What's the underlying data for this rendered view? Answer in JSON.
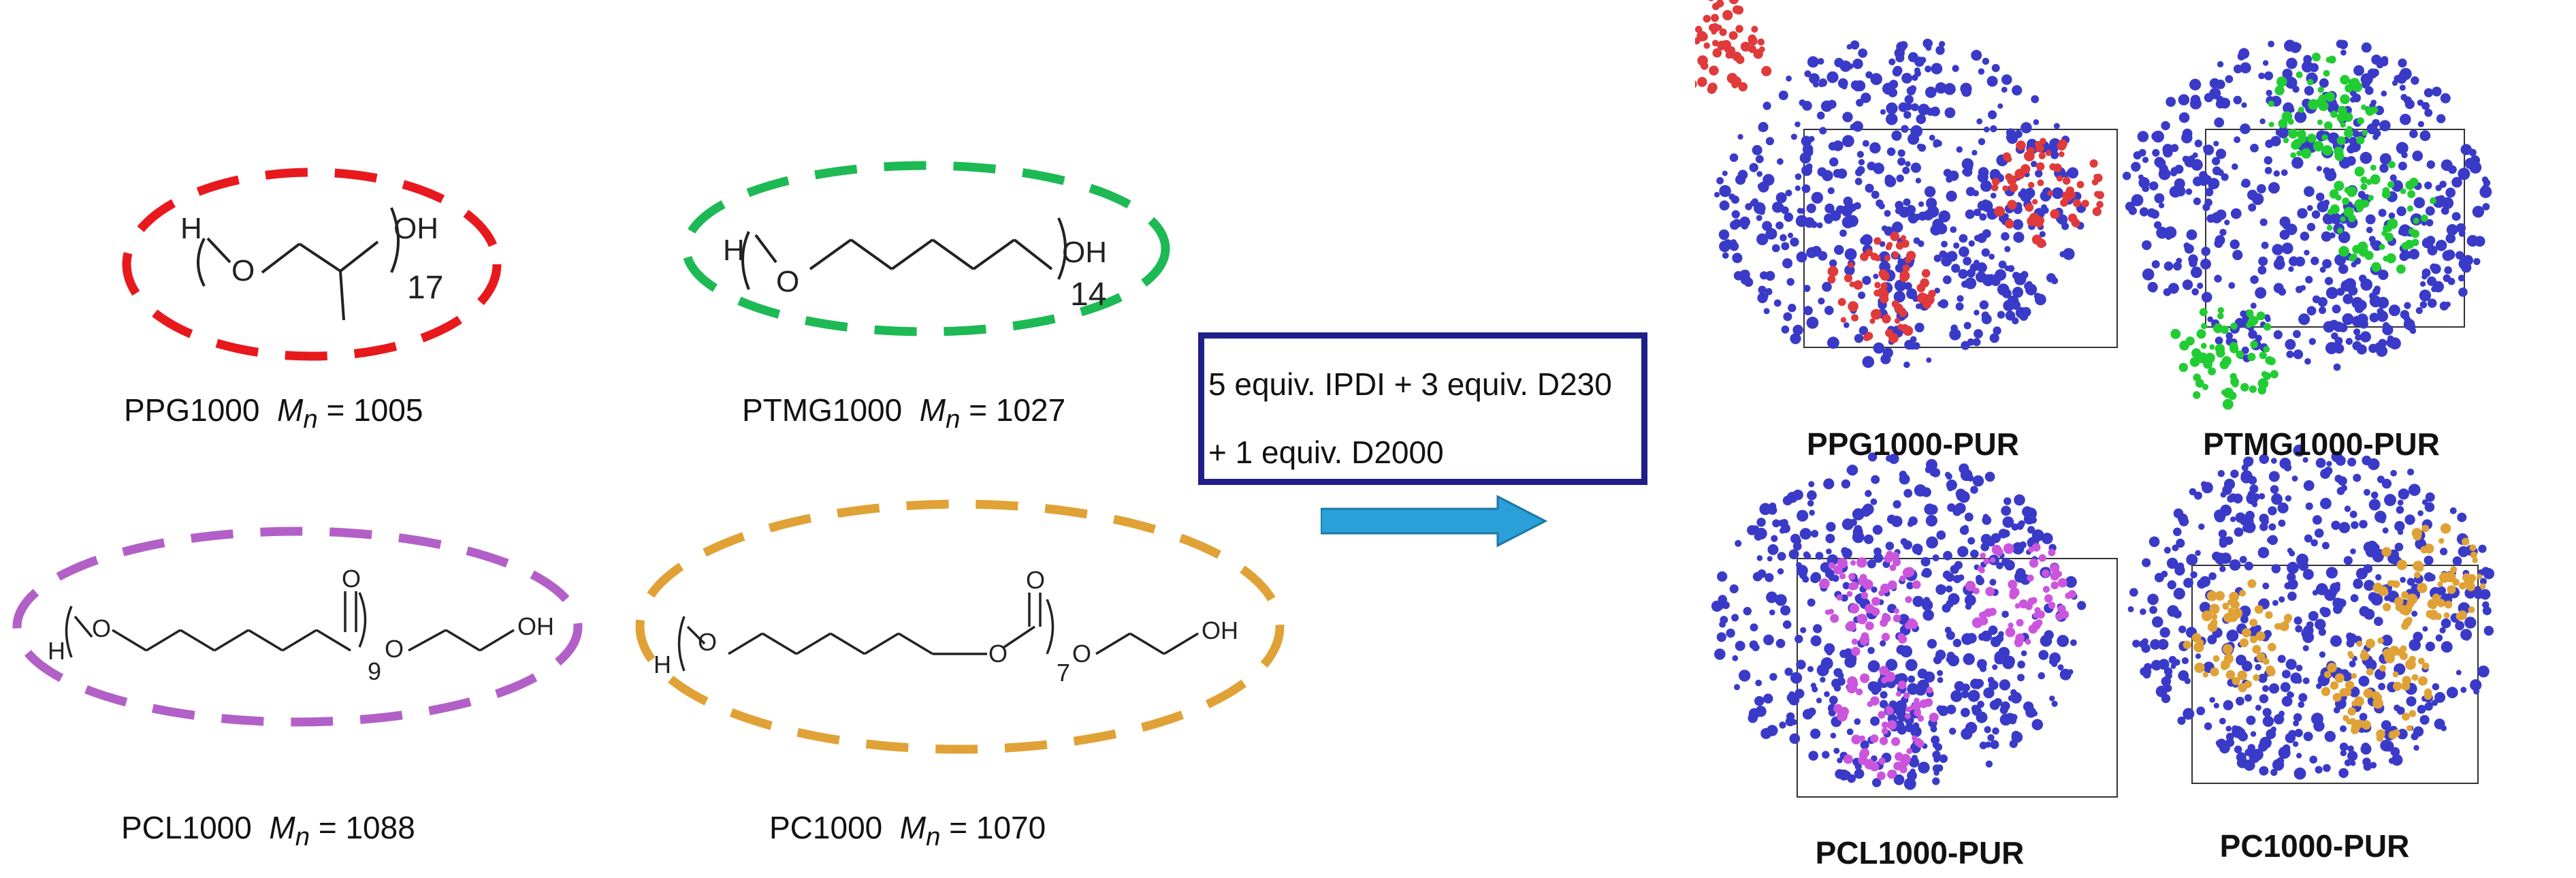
{
  "polyols": [
    {
      "id": "ppg",
      "name": "PPG1000",
      "mn_symbol": "M",
      "mn_sub": "n",
      "mn_value": "= 1005",
      "repeat": "17",
      "color": "#e8191c"
    },
    {
      "id": "ptmg",
      "name": "PTMG1000",
      "mn_symbol": "M",
      "mn_sub": "n",
      "mn_value": "= 1027",
      "repeat": "14",
      "color": "#1db954"
    },
    {
      "id": "pcl",
      "name": "PCL1000",
      "mn_symbol": "M",
      "mn_sub": "n",
      "mn_value": "= 1088",
      "repeat": "9",
      "color": "#b260c8"
    },
    {
      "id": "pc",
      "name": "PC1000",
      "mn_symbol": "M",
      "mn_sub": "n",
      "mn_value": "= 1070",
      "repeat": "7",
      "color": "#e0a236"
    }
  ],
  "atoms": {
    "h": "H",
    "o": "O",
    "oh": "OH"
  },
  "reaction": {
    "line1": "5 equiv. IPDI + 3 equiv. D230",
    "line2": "+ 1 equiv. D2000",
    "box_color": "#1f1f8a",
    "arrow_color": "#2a9fd8"
  },
  "models": [
    {
      "label": "PPG1000-PUR",
      "hard_color": "#3a3ac8",
      "soft_color": "#e03a3a"
    },
    {
      "label": "PTMG1000-PUR",
      "hard_color": "#3a3ac8",
      "soft_color": "#22cc33"
    },
    {
      "label": "PCL1000-PUR",
      "hard_color": "#3a3ac8",
      "soft_color": "#cc55dd"
    },
    {
      "label": "PC1000-PUR",
      "hard_color": "#3a3ac8",
      "soft_color": "#e0a236"
    }
  ]
}
